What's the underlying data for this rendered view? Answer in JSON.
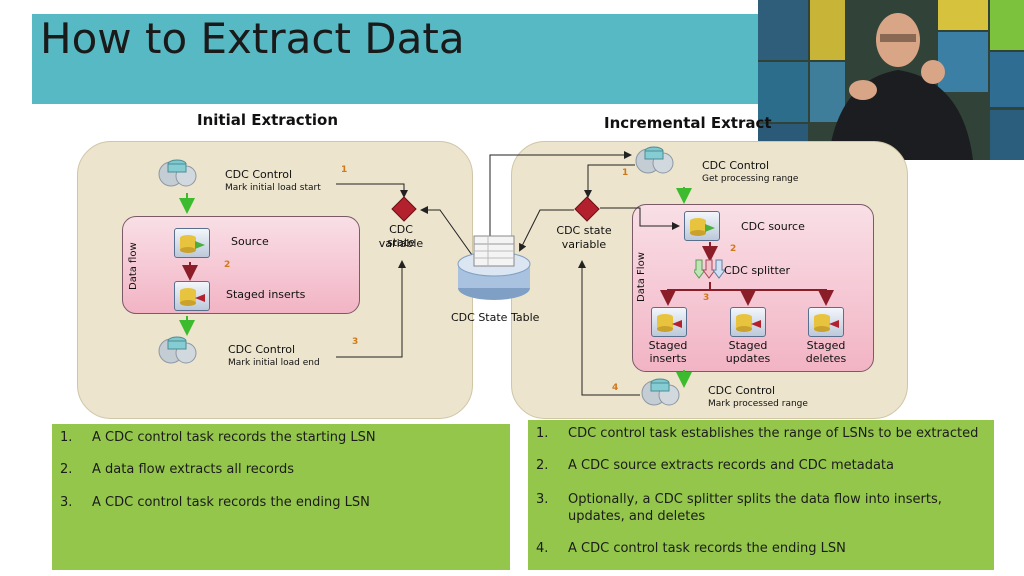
{
  "slide": {
    "title": "How to Extract Data",
    "initial": {
      "heading": "Initial Extraction",
      "cdc_control_start_label": "CDC Control",
      "cdc_control_start_sub": "Mark initial load start",
      "data_flow_label": "Data flow",
      "source_label": "Source",
      "staged_inserts_label": "Staged inserts",
      "cdc_control_end_label": "CDC Control",
      "cdc_control_end_sub": "Mark initial load end",
      "state_variable_label_1": "CDC state",
      "state_variable_label_2": "variable",
      "step_1": "1",
      "step_2": "2",
      "step_3": "3",
      "list": [
        {
          "n": "1.",
          "text": "A CDC control task records the starting LSN"
        },
        {
          "n": "2.",
          "text": "A data flow extracts all records"
        },
        {
          "n": "3.",
          "text": "A CDC control task records the ending LSN"
        }
      ]
    },
    "state_table_label": "CDC State Table",
    "incremental": {
      "heading": "Incremental Extract",
      "cdc_control_label": "CDC Control",
      "cdc_control_sub": "Get processing range",
      "state_variable_label_1": "CDC state",
      "state_variable_label_2": "variable",
      "data_flow_label": "Data Flow",
      "cdc_source_label": "CDC source",
      "cdc_splitter_label": "CDC splitter",
      "staged_inserts_1": "Staged",
      "staged_inserts_2": "inserts",
      "staged_updates_1": "Staged",
      "staged_updates_2": "updates",
      "staged_deletes_1": "Staged",
      "staged_deletes_2": "deletes",
      "cdc_control_end_label": "CDC Control",
      "cdc_control_end_sub": "Mark processed range",
      "step_1": "1",
      "step_2": "2",
      "step_3": "3",
      "step_4": "4",
      "list": [
        {
          "n": "1.",
          "text": "CDC control task establishes the range of LSNs to be extracted"
        },
        {
          "n": "2.",
          "text": "A CDC source extracts records and CDC metadata"
        },
        {
          "n": "3.",
          "text": "Optionally, a CDC splitter splits the data flow into inserts, updates, and deletes"
        },
        {
          "n": "4.",
          "text": "A CDC control task records the ending LSN"
        }
      ]
    }
  },
  "colors": {
    "title_bar": "#56b9c3",
    "panel": "#ece4cc",
    "data_flow": "#f2b4c5",
    "list_box": "#93c64a",
    "step_number": "#d1781b",
    "diamond": "#b3202e"
  }
}
